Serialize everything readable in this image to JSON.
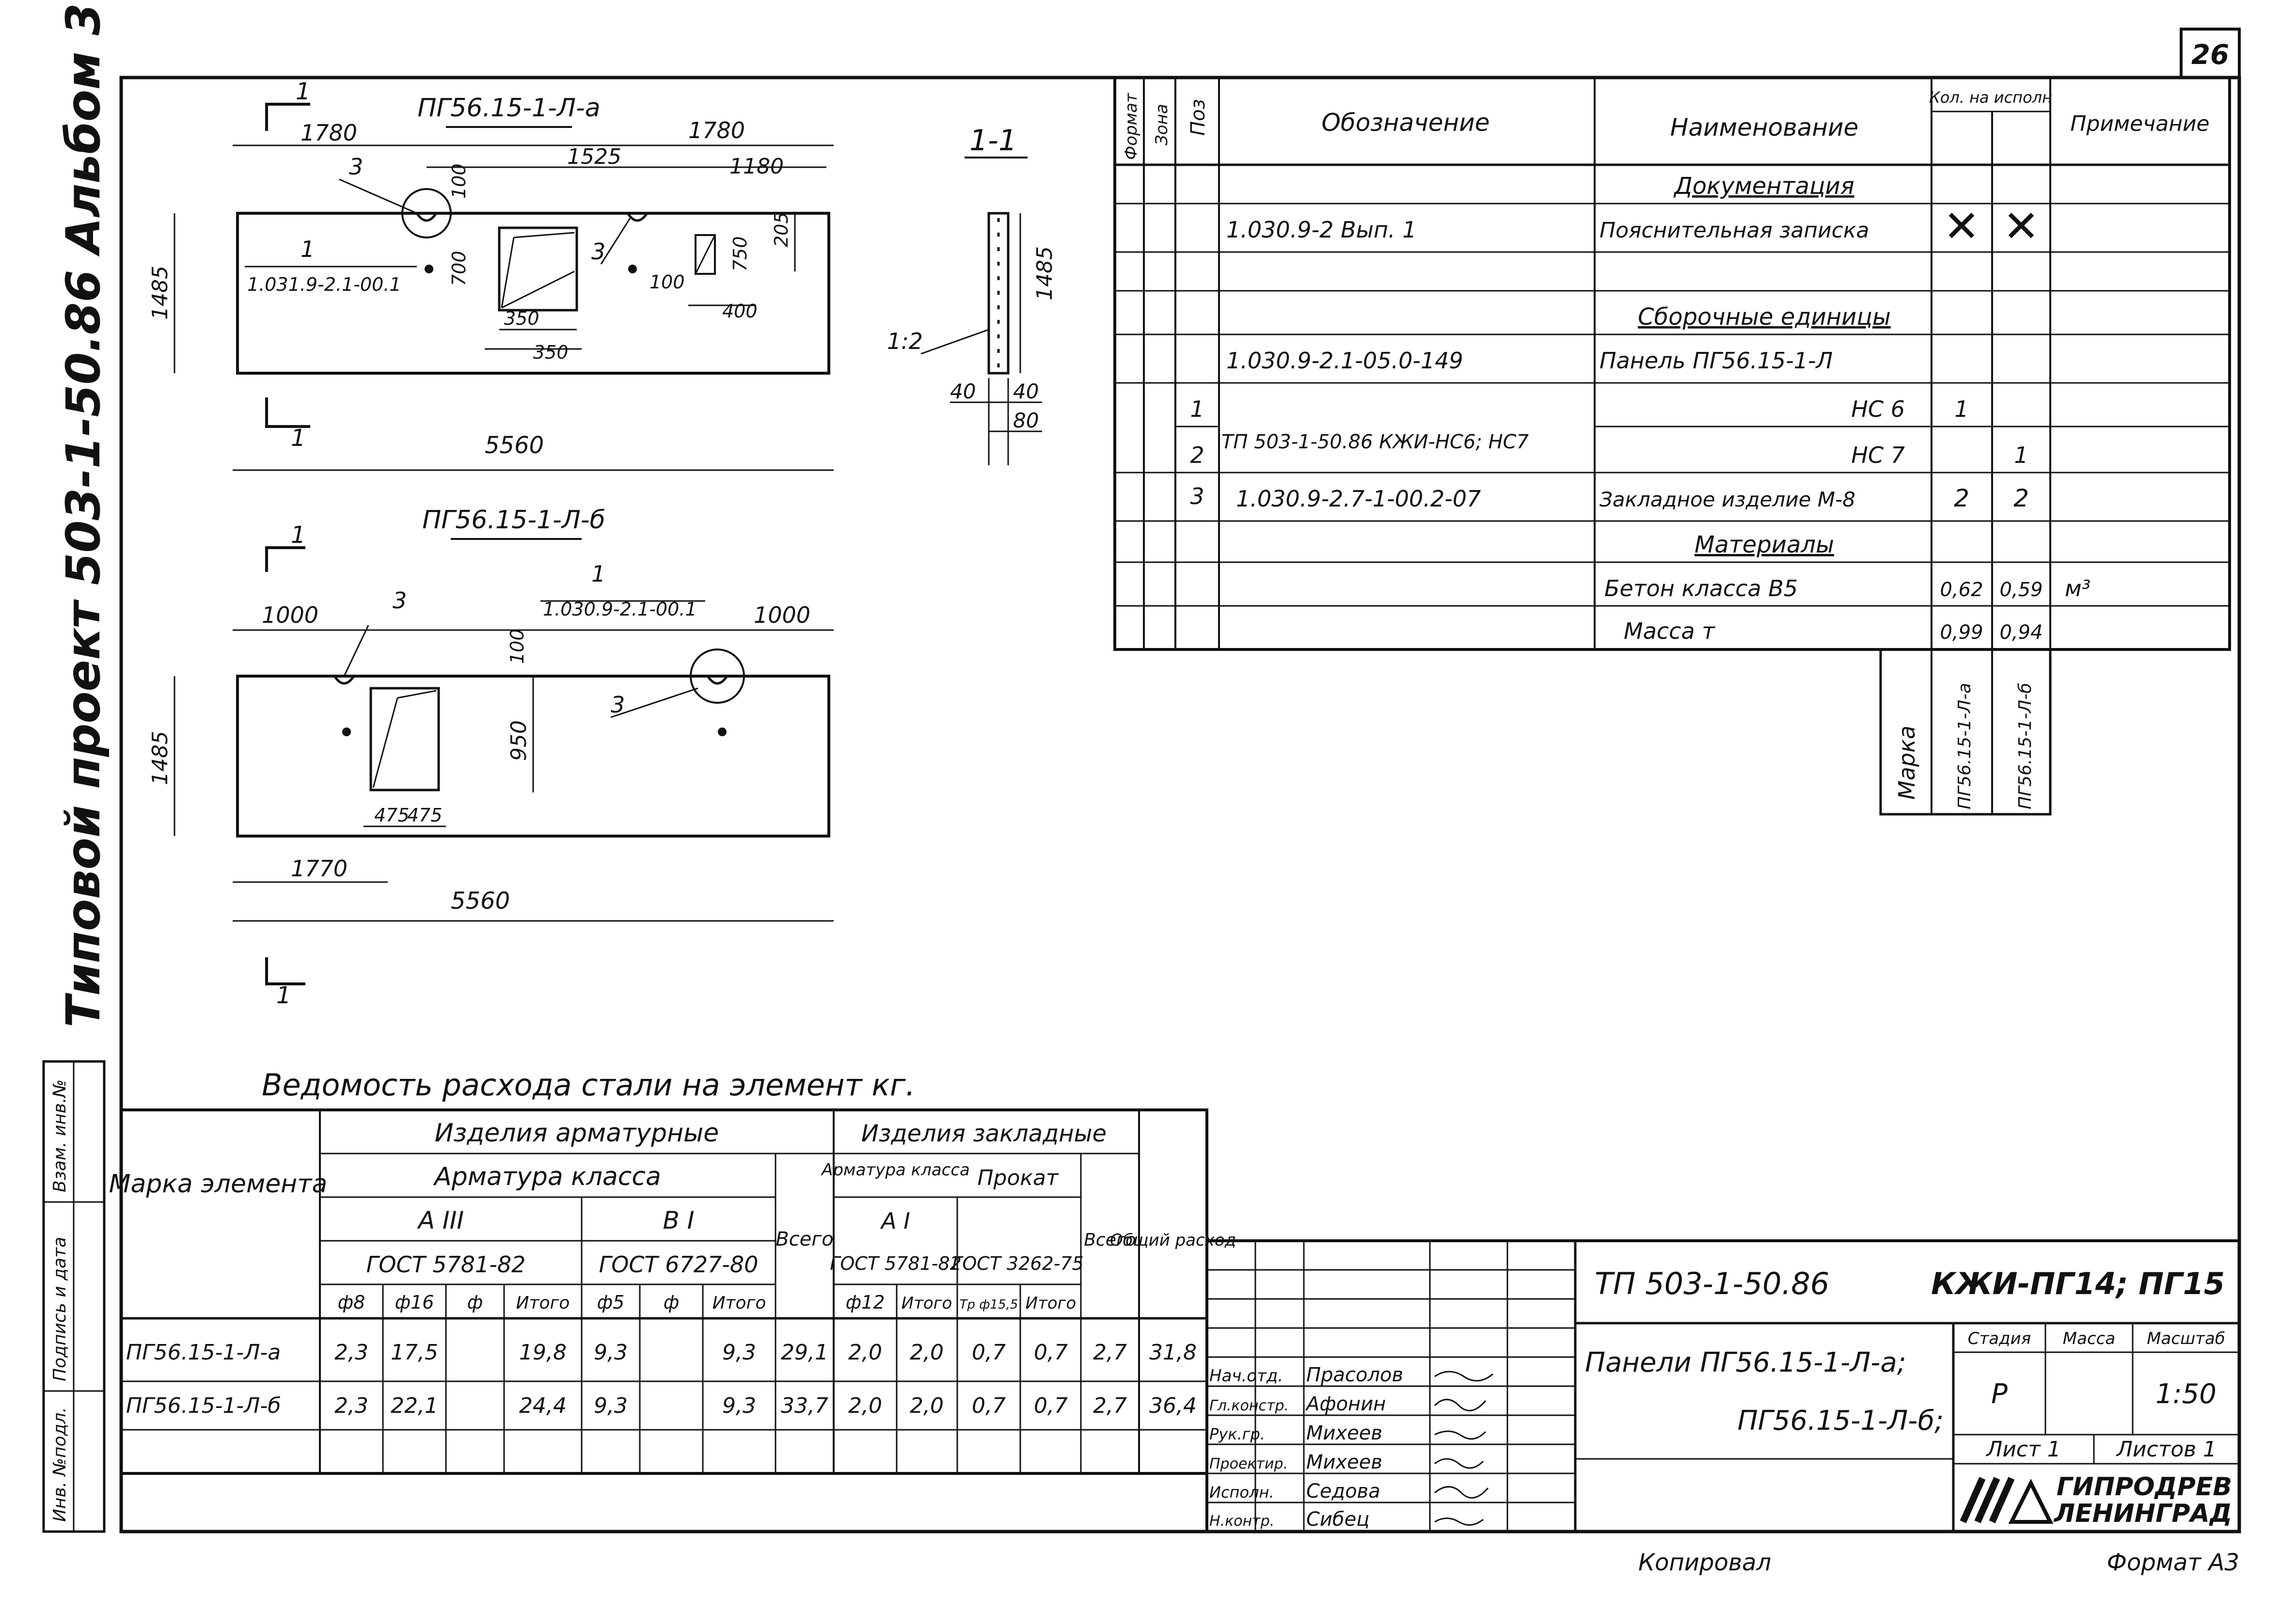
{
  "sheet": {
    "page_number": "26",
    "side_title": "Типовой проект 503-1-50.86 Альбом 3",
    "side_labels": [
      "Инв. №подл.",
      "Подпись и дата",
      "Взам. инв.№"
    ],
    "copied_by": "Копировал",
    "format": "Формат A3"
  },
  "drawings": {
    "panel_a": {
      "title": "ПГ56.15-1-Л-а",
      "section_marks": [
        "1",
        "1"
      ],
      "dims_top": [
        "1780",
        "1780",
        "1525",
        "1180"
      ],
      "dims_inner": [
        "100",
        "700",
        "205",
        "750",
        "100",
        "400",
        "350",
        "350"
      ],
      "leaders": [
        "3",
        "3",
        "1"
      ],
      "ref": "1.031.9-2.1-00.1",
      "height": "1485",
      "length": "5560"
    },
    "panel_b": {
      "title": "ПГ56.15-1-Л-б",
      "section_marks": [
        "1",
        "1"
      ],
      "dims_top": [
        "1000",
        "1000"
      ],
      "dims_inner": [
        "100",
        "950",
        "475",
        "475",
        "1770"
      ],
      "leaders": [
        "3",
        "1",
        "3"
      ],
      "ref": "1.030.9-2.1-00.1",
      "height": "1485",
      "length": "5560"
    },
    "section": {
      "title": "1-1",
      "height": "1485",
      "scale_label": "1:2",
      "dims": [
        "40",
        "40",
        "80"
      ]
    }
  },
  "spec": {
    "headers": [
      "Формат",
      "Зона",
      "Поз",
      "Обозначение",
      "Наименование",
      "Кол. на исполн",
      "Примечание"
    ],
    "rows": [
      {
        "poz": "",
        "oboz": "",
        "name": "Документация",
        "q1": "",
        "q2": "",
        "note": ""
      },
      {
        "poz": "",
        "oboz": "1.030.9-2 Вып. 1",
        "name": "Пояснительная записка",
        "q1": "✕",
        "q2": "✕",
        "note": ""
      },
      {
        "poz": "",
        "oboz": "",
        "name": "",
        "q1": "",
        "q2": "",
        "note": ""
      },
      {
        "poz": "",
        "oboz": "",
        "name": "Сборочные единицы",
        "q1": "",
        "q2": "",
        "note": ""
      },
      {
        "poz": "",
        "oboz": "1.030.9-2.1-05.0-149",
        "name": "Панель ПГ56.15-1-Л",
        "q1": "",
        "q2": "",
        "note": ""
      },
      {
        "poz": "1",
        "oboz": "ТП 503-1-50.86 КЖИ-НС6; НС7",
        "name": "НС 6",
        "q1": "1",
        "q2": "",
        "note": ""
      },
      {
        "poz": "2",
        "oboz": "",
        "name": "НС 7",
        "q1": "",
        "q2": "1",
        "note": ""
      },
      {
        "poz": "3",
        "oboz": "1.030.9-2.7-1-00.2-07",
        "name": "Закладное изделие  М-8",
        "q1": "2",
        "q2": "2",
        "note": ""
      },
      {
        "poz": "",
        "oboz": "",
        "name": "Материалы",
        "q1": "",
        "q2": "",
        "note": ""
      },
      {
        "poz": "",
        "oboz": "",
        "name": "Бетон класса В5",
        "q1": "0,62",
        "q2": "0,59",
        "note": "м³"
      },
      {
        "poz": "",
        "oboz": "",
        "name": "Масса  т",
        "q1": "0,99",
        "q2": "0,94",
        "note": ""
      }
    ],
    "marka": [
      "Марка",
      "ПГ56.15-1-Л-а",
      "ПГ56.15-1-Л-б"
    ]
  },
  "steel": {
    "title": "Ведомость расхода стали на элемент кг.",
    "h_marka": "Марка элемента",
    "h_arm": "Изделия арматурные",
    "h_zakl": "Изделия закладные",
    "h_arm_class": "Арматура класса",
    "h_a3": "А III",
    "h_b1": "В I",
    "h_gost1": "ГОСТ 5781-82",
    "h_gost2": "ГОСТ 6727-80",
    "h_vsego": "Всего",
    "h_arm_cl2": "Арматура класса",
    "h_a1": "А I",
    "h_gost3": "ГОСТ 5781-82",
    "h_prokat": "Прокат",
    "h_gost4": "ГОСТ 3262-75",
    "h_obsh": "Общий расход",
    "sub": [
      "ф8",
      "ф16",
      "ф",
      "Итого",
      "ф5",
      "ф",
      "Итого",
      "",
      "ф12",
      "Итого",
      "Тр ф15,5",
      "Итого",
      ""
    ],
    "rows": [
      {
        "mark": "ПГ56.15-1-Л-а",
        "v": [
          "2,3",
          "17,5",
          "",
          "19,8",
          "9,3",
          "",
          "9,3",
          "29,1",
          "2,0",
          "2,0",
          "0,7",
          "0,7",
          "2,7",
          "31,8"
        ]
      },
      {
        "mark": "ПГ56.15-1-Л-б",
        "v": [
          "2,3",
          "22,1",
          "",
          "24,4",
          "9,3",
          "",
          "9,3",
          "33,7",
          "2,0",
          "2,0",
          "0,7",
          "0,7",
          "2,7",
          "36,4"
        ]
      }
    ]
  },
  "stamp": {
    "code": "ТП 503-1-50.86",
    "doc": "КЖИ-ПГ14; ПГ15",
    "title_line1": "Панели ПГ56.15-1-Л-а;",
    "title_line2": "ПГ56.15-1-Л-б;",
    "stadia_label": "Стадия",
    "massa_label": "Масса",
    "masshtab_label": "Масштаб",
    "stadia": "Р",
    "masshtab": "1:50",
    "list": "Лист 1",
    "listov": "Листов 1",
    "org1": "ГИПРОДРЕВ",
    "org2": "ЛЕНИНГРАД",
    "people": [
      {
        "role": "Нач.отд.",
        "name": "Прасолов"
      },
      {
        "role": "Гл.констр.",
        "name": "Афонин"
      },
      {
        "role": "Рук.гр.",
        "name": "Михеев"
      },
      {
        "role": "Проектир.",
        "name": "Михеев"
      },
      {
        "role": "Исполн.",
        "name": "Седова"
      },
      {
        "role": "Н.контр.",
        "name": "Сибец"
      }
    ]
  }
}
